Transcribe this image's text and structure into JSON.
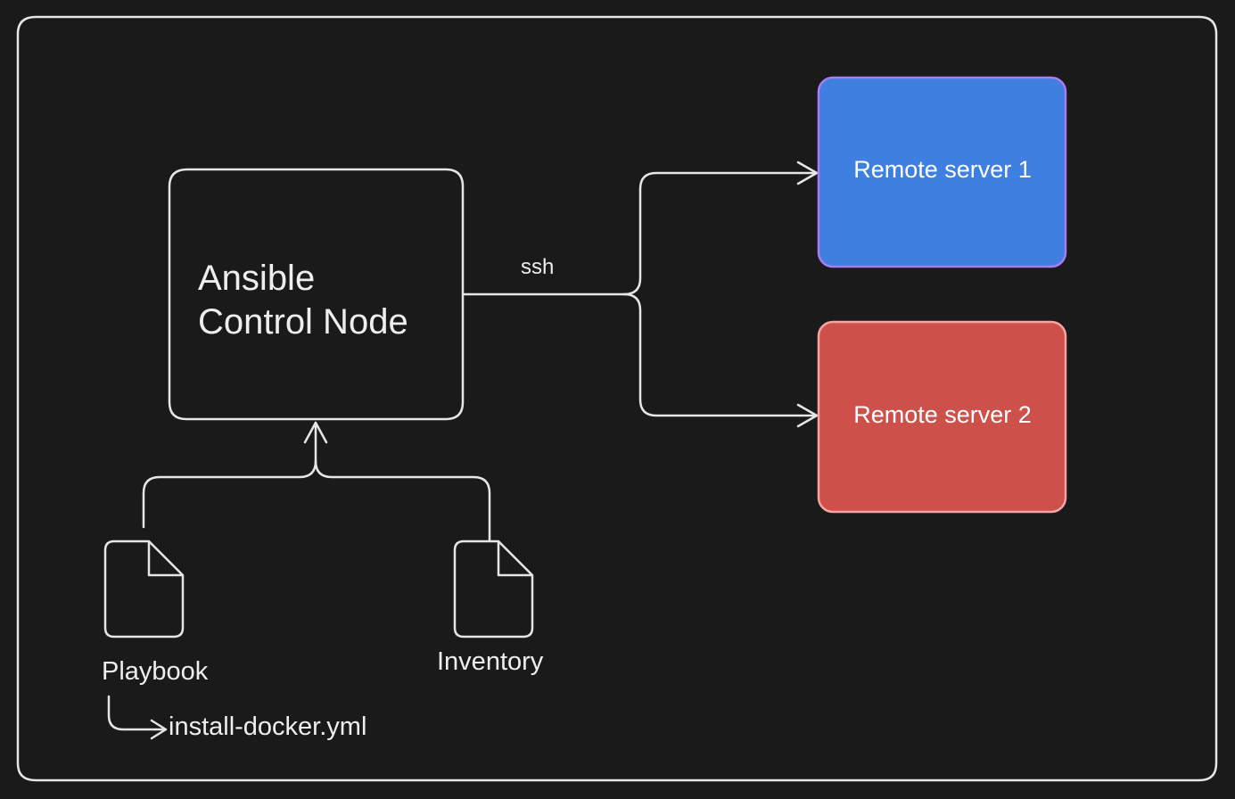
{
  "control_node": {
    "line1": "Ansible",
    "line2": "Control Node"
  },
  "connection": {
    "label": "ssh"
  },
  "servers": [
    {
      "label": "Remote server 1",
      "fill": "#3f7fe0",
      "stroke": "#a67cf0"
    },
    {
      "label": "Remote server 2",
      "fill": "#cd514a",
      "stroke": "#f5a3a3"
    }
  ],
  "inputs": {
    "playbook": "Playbook",
    "inventory": "Inventory",
    "playbook_file": "install-docker.yml"
  },
  "colors": {
    "background": "#1a1a1a",
    "stroke": "#e6e6e6"
  }
}
